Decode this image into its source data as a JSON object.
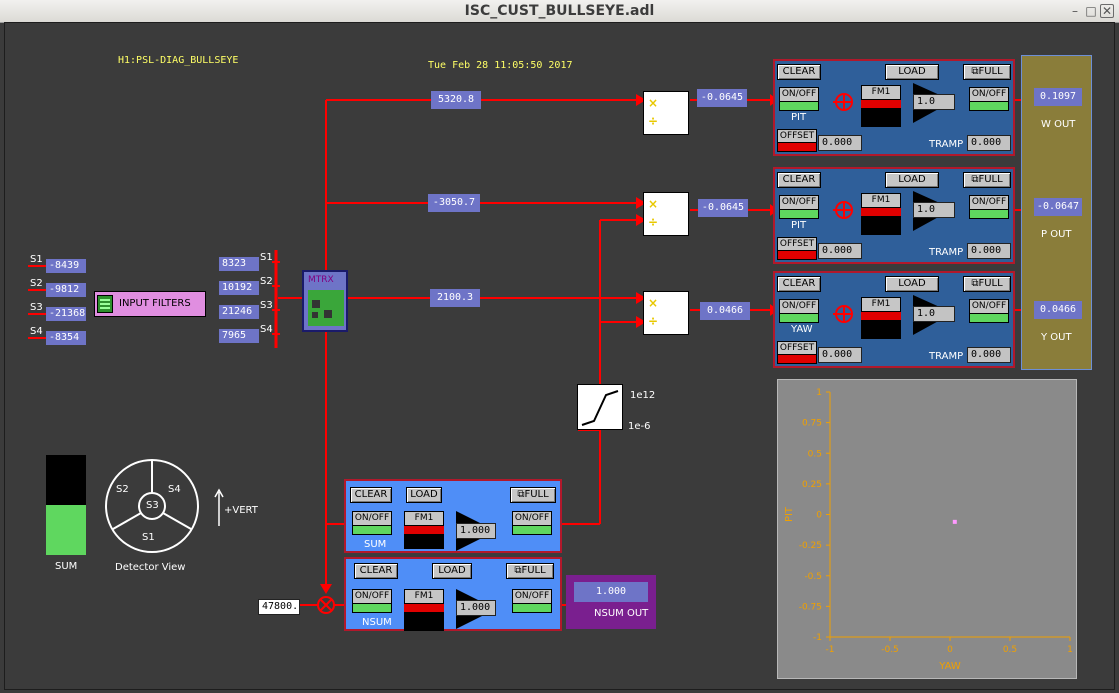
{
  "window": {
    "title": "ISC_CUST_BULLSEYE.adl"
  },
  "header": {
    "channel": "H1:PSL-DIAG_BULLSEYE",
    "timestamp": "Tue Feb 28 11:05:50 2017"
  },
  "inputs": {
    "labels": [
      "S1",
      "S2",
      "S3",
      "S4"
    ],
    "raw_values": [
      "-8439",
      "-9812",
      "-21368",
      "-8354"
    ],
    "filtered_values": [
      "8323",
      "10192",
      "21246",
      "7965"
    ],
    "filters_label": "INPUT FILTERS",
    "matrix_label": "MTRX"
  },
  "matrix_outputs": [
    "5320.8",
    "-3050.7",
    "2100.3"
  ],
  "divided_outputs": [
    "-0.0645",
    "-0.0645",
    "0.0466"
  ],
  "limiter": {
    "upper": "1e12",
    "lower": "1e-6"
  },
  "banks": [
    {
      "clear": "CLEAR",
      "load": "LOAD",
      "full": "⧉FULL",
      "onoff": "ON/OFF",
      "fm1": "FM1",
      "gain": "1.0",
      "onoff2": "ON/OFF",
      "name": "PIT",
      "offset": "OFFSET",
      "offset_value": "0.000",
      "tramp": "TRAMP",
      "tramp_value": "0.000",
      "output_value": "0.1097",
      "output_name": "W OUT"
    },
    {
      "clear": "CLEAR",
      "load": "LOAD",
      "full": "⧉FULL",
      "onoff": "ON/OFF",
      "fm1": "FM1",
      "gain": "1.0",
      "onoff2": "ON/OFF",
      "name": "PIT",
      "offset": "OFFSET",
      "offset_value": "0.000",
      "tramp": "TRAMP",
      "tramp_value": "0.000",
      "output_value": "-0.0647",
      "output_name": "P OUT"
    },
    {
      "clear": "CLEAR",
      "load": "LOAD",
      "full": "⧉FULL",
      "onoff": "ON/OFF",
      "fm1": "FM1",
      "gain": "1.0",
      "onoff2": "ON/OFF",
      "name": "YAW",
      "offset": "OFFSET",
      "offset_value": "0.000",
      "tramp": "TRAMP",
      "tramp_value": "0.000",
      "output_value": "0.0466",
      "output_name": "Y OUT"
    }
  ],
  "sum_bank": {
    "clear": "CLEAR",
    "load": "LOAD",
    "full": "⧉FULL",
    "onoff": "ON/OFF",
    "fm1": "FM1",
    "gain": "1.000",
    "onoff2": "ON/OFF",
    "name": "SUM"
  },
  "nsum_bank": {
    "clear": "CLEAR",
    "load": "LOAD",
    "full": "⧉FULL",
    "onoff": "ON/OFF",
    "fm1": "FM1",
    "gain": "1.000",
    "onoff2": "ON/OFF",
    "name": "NSUM",
    "input_value": "47800.",
    "out_value": "1.000",
    "out_label": "NSUM OUT"
  },
  "sum_meter": {
    "label": "SUM",
    "level": 0.5
  },
  "detector": {
    "labels": [
      "S2",
      "S3",
      "S4",
      "S1"
    ],
    "caption": "Detector View",
    "vert_label": "+VERT"
  },
  "colors": {
    "background": "#3b3b3b",
    "signal_line": "#ff0000",
    "value_box": "#6e74c7",
    "bank_blue": "#2f5f9a",
    "bank_light_blue": "#4f8ef7",
    "out_panel": "#8a7d3a",
    "nsum_out": "#7a1f8f",
    "led_green": "#5fd75f"
  },
  "chart_data": {
    "type": "scatter",
    "xlabel": "YAW",
    "ylabel": "PIT",
    "xlim": [
      -1,
      1
    ],
    "ylim": [
      -1,
      1
    ],
    "x_ticks": [
      "-1",
      "-0.5",
      "0",
      "0.5",
      "1"
    ],
    "y_ticks": [
      "1",
      "0.75",
      "0.5",
      "0.25",
      "0",
      "-0.25",
      "-0.5",
      "-0.75",
      "-1"
    ],
    "points": [
      {
        "x": 0.04,
        "y": -0.06
      }
    ]
  }
}
